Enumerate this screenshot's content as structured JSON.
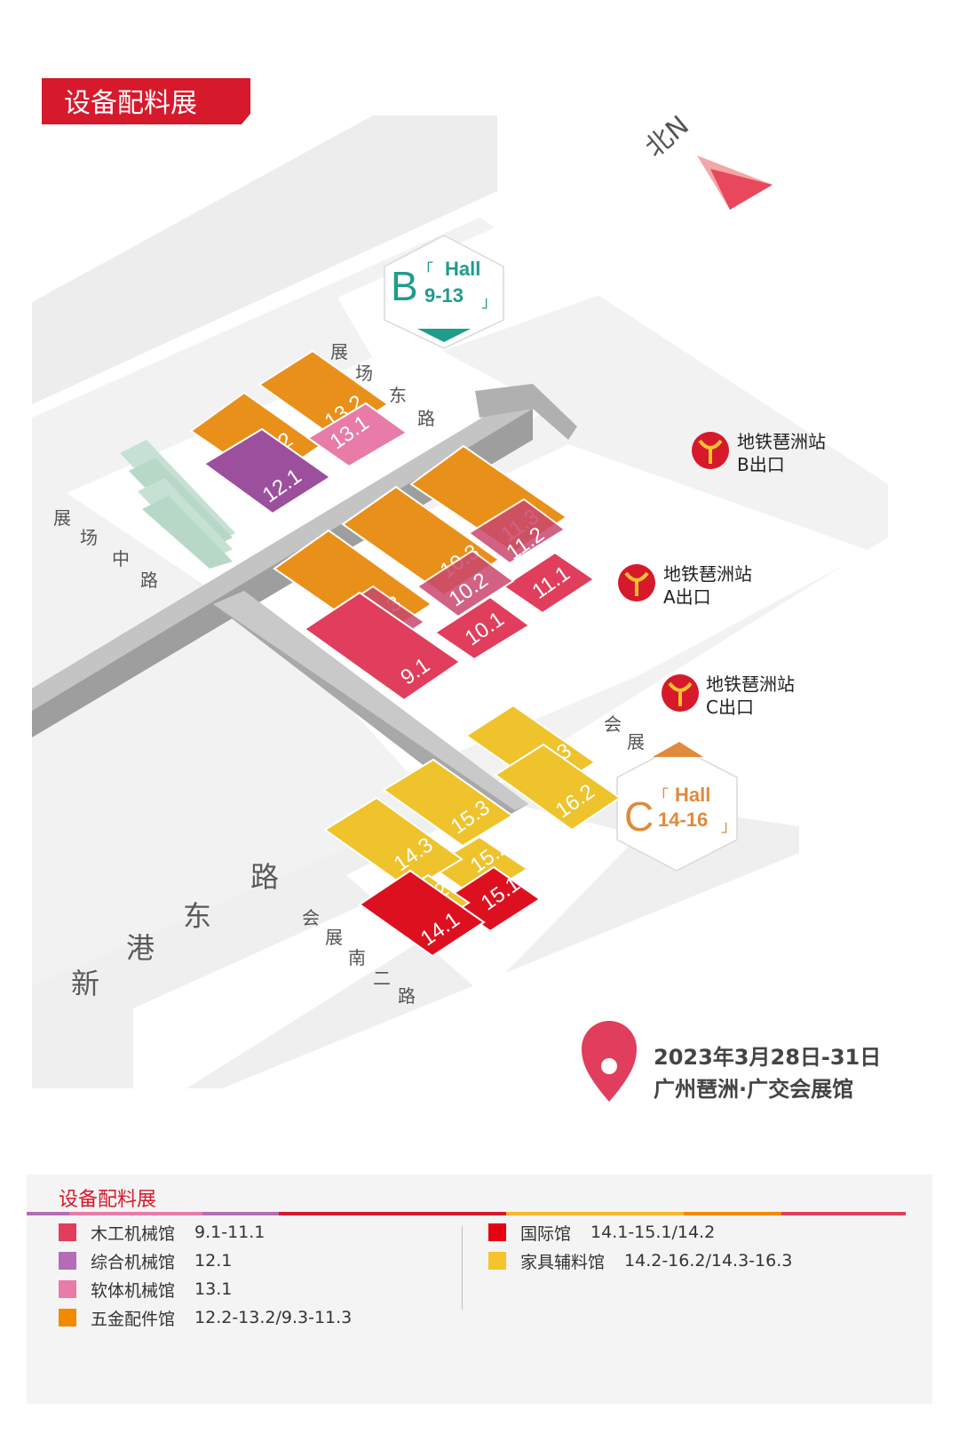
{
  "header": {
    "title": "设备配料展"
  },
  "compass": {
    "label": "北N",
    "color": "#e8475c"
  },
  "hall_b": {
    "letter": "B",
    "hall": "Hall",
    "range": "9-13",
    "bracket_open": "「",
    "bracket_close": "」",
    "color": "#1f9c8c"
  },
  "hall_c": {
    "letter": "C",
    "hall": "Hall",
    "range": "14-16",
    "bracket_open": "「",
    "bracket_close": "」",
    "color": "#e08a3c"
  },
  "roads": {
    "zhanchang_dong": [
      "展",
      "场",
      "东",
      "路"
    ],
    "zhanchang_zhong": [
      "展",
      "场",
      "中",
      "路"
    ],
    "xingang_dong": [
      "新",
      "港",
      "东",
      "路"
    ],
    "huizhan_nan_er": [
      "会",
      "展",
      "南",
      "二",
      "路"
    ],
    "huizhan": [
      "会",
      "展"
    ]
  },
  "metro": {
    "icon": "metro-logo-icon",
    "color": "#d7192c",
    "exits": [
      {
        "station": "地铁琶洲站",
        "exit": "B出口"
      },
      {
        "station": "地铁琶洲站",
        "exit": "A出口"
      },
      {
        "station": "地铁琶洲站",
        "exit": "C出口"
      }
    ]
  },
  "halls": [
    {
      "label": "13.2",
      "color": "#e8901a"
    },
    {
      "label": "12.2",
      "color": "#e8901a"
    },
    {
      "label": "13.1",
      "color": "#e87ba8"
    },
    {
      "label": "12.1",
      "color": "#9c4f9c"
    },
    {
      "label": "11.3",
      "color": "#e8901a"
    },
    {
      "label": "11.2",
      "color": "#c9476e"
    },
    {
      "label": "11.1",
      "color": "#e03e5c"
    },
    {
      "label": "10.3",
      "color": "#e8901a"
    },
    {
      "label": "10.2",
      "color": "#c9476e"
    },
    {
      "label": "10.1",
      "color": "#e03e5c"
    },
    {
      "label": "9.3",
      "color": "#e8901a"
    },
    {
      "label": "9.2",
      "color": "#c9476e"
    },
    {
      "label": "9.1",
      "color": "#e03e5c"
    },
    {
      "label": "16.3",
      "color": "#eec32b"
    },
    {
      "label": "16.2",
      "color": "#eec32b"
    },
    {
      "label": "15.3",
      "color": "#eec32b"
    },
    {
      "label": "15.2",
      "color": "#eec32b"
    },
    {
      "label": "15.1",
      "color": "#dd1020"
    },
    {
      "label": "14.3",
      "color": "#eec32b"
    },
    {
      "label": "14.2",
      "color": "#eec32b"
    },
    {
      "label": "14.1",
      "color": "#dd1020"
    }
  ],
  "event": {
    "date": "2023年3月28日-31日",
    "venue": "广州琶洲·广交会展馆",
    "pin_icon": "location-pin-icon",
    "pin_color": "#e03e5c"
  },
  "legend": {
    "title": "设备配料展",
    "left": [
      {
        "name": "木工机械馆",
        "range": "9.1-11.1",
        "color": "#e03e5c"
      },
      {
        "name": "综合机械馆",
        "range": "12.1",
        "color": "#b46cb4"
      },
      {
        "name": "软体机械馆",
        "range": "13.1",
        "color": "#e87ba8"
      },
      {
        "name": "五金配件馆",
        "range": "12.2-13.2/9.3-11.3",
        "color": "#f08a00"
      }
    ],
    "right": [
      {
        "name": "国际馆",
        "range": "14.1-15.1/14.2",
        "color": "#e60012"
      },
      {
        "name": "家具辅料馆",
        "range": "14.2-16.2/14.3-16.3",
        "color": "#f5c32c"
      }
    ],
    "stripe_colors": [
      "#b46cb4",
      "#e87ba8",
      "#b46cb4",
      "#d7192c",
      "#f5b82e",
      "#f08a00",
      "#e03e5c"
    ]
  }
}
